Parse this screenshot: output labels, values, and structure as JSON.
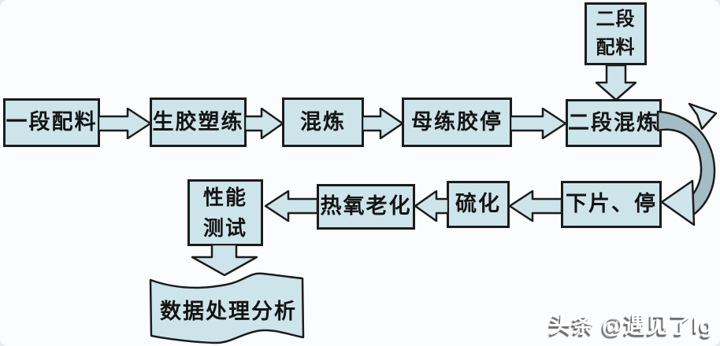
{
  "diagram": {
    "type": "flowchart",
    "nodes": {
      "stage2_batching": {
        "line1": "二段",
        "line2": "配料"
      },
      "stage1_batching": "一段配料",
      "plasticating": "生胶塑练",
      "mixing": "混炼",
      "masterbatch_rest": "母练胶停",
      "stage2_mixing": "二段混炼",
      "sheet_off_rest": "下片、停",
      "vulcanization": "硫化",
      "heat_oxygen_aging": "热氧老化",
      "performance_test": {
        "line1": "性能",
        "line2": "测试"
      },
      "data_analysis": "数据处理分析"
    },
    "flow_row1": [
      "一段配料",
      "生胶塑练",
      "混炼",
      "母练胶停",
      "二段混炼"
    ],
    "flow_row2": [
      "下片、停",
      "硫化",
      "热氧老化",
      "性能测试"
    ],
    "flow_end": "数据处理分析",
    "side_input": "二段配料",
    "colors": {
      "node_fill": "#cde4ea",
      "node_border": "#1c1c1c",
      "curve_band_fill": "#a4bcc3",
      "background": "#fbfcfd"
    }
  },
  "watermark": {
    "text": "头条 @遇见了lg"
  }
}
